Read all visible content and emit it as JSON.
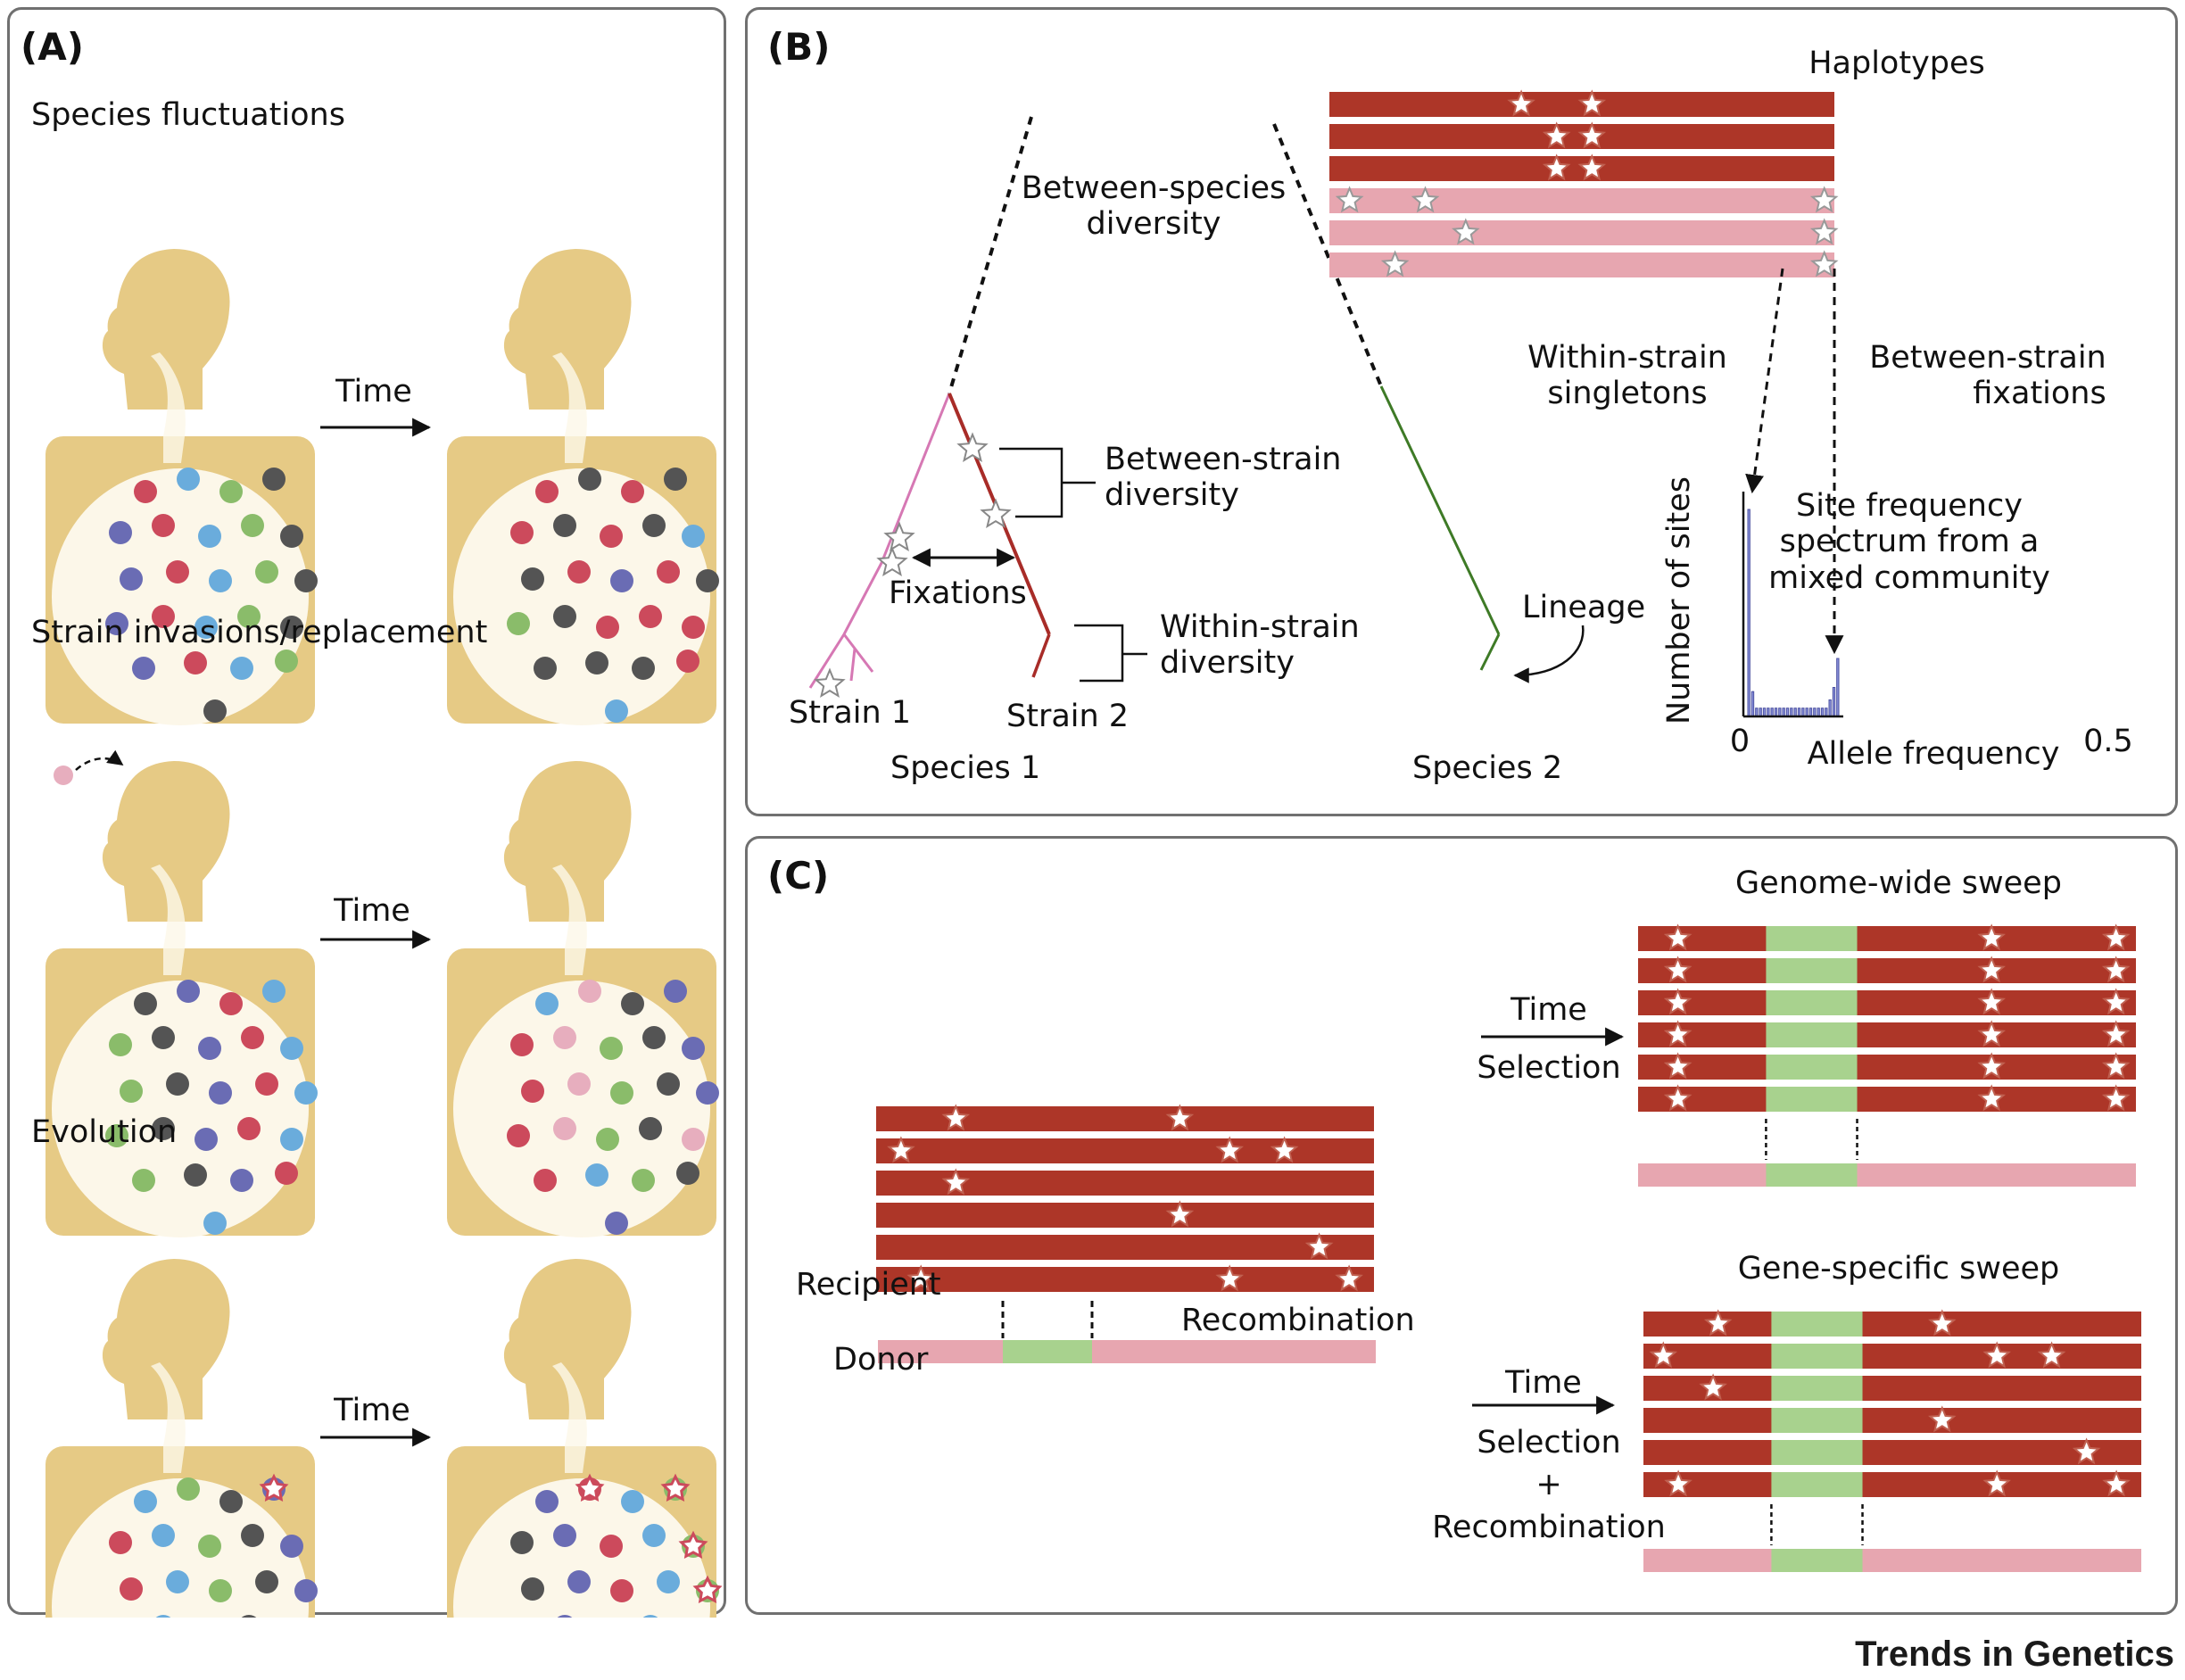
{
  "footer": "Trends in Genetics",
  "colors": {
    "body": "#e6ca85",
    "gut_light": "#fcf7e9",
    "microbe_red": "#cc4a5c",
    "microbe_dark": "#545454",
    "microbe_blue": "#6aacdc",
    "microbe_purple": "#6a6cb4",
    "microbe_green": "#8abc6a",
    "microbe_pink": "#e7aebe",
    "haplotype_dark": "#ad3628",
    "haplotype_light": "#e7a6b0",
    "recombined_segment": "#a8d28e",
    "lineage_species1_strain1": "#d678b4",
    "lineage_species1_strain2": "#a82c28",
    "lineage_species2": "#3e7a26",
    "histogram_bar": "#8c94dc"
  },
  "panel_a": {
    "label": "(A)",
    "sections": [
      {
        "title": "Species fluctuations",
        "arrow_label": "Time"
      },
      {
        "title": "Strain invasions/replacement",
        "arrow_label": "Time"
      },
      {
        "title": "Evolution",
        "arrow_label": "Time"
      }
    ],
    "icons": [
      "human-silhouette-icon",
      "microbe-dot-icon",
      "mutant-microbe-star-icon",
      "invading-strain-icon"
    ]
  },
  "panel_b": {
    "label": "(B)",
    "tree": {
      "between_species": "Between-species\ndiversity",
      "between_strain": "Between-strain\ndiversity",
      "fixations": "Fixations",
      "within_strain": "Within-strain\ndiversity",
      "strain1": "Strain 1",
      "strain2": "Strain 2",
      "species1": "Species 1",
      "species2": "Species 2",
      "lineage": "Lineage"
    },
    "haplotypes_title": "Haplotypes",
    "within_singletons": "Within-strain\nsingletons",
    "between_fixations": "Between-strain\nfixations",
    "sfs": {
      "title": "Site frequency\nspectrum from a\nmixed community",
      "ylabel": "Number of sites",
      "xlabel": "Allele frequency",
      "xtick_min": "0",
      "xtick_max": "0.5"
    }
  },
  "chart_data": {
    "type": "bar",
    "title": "Site frequency spectrum from a mixed community",
    "xlabel": "Allele frequency",
    "ylabel": "Number of sites",
    "xlim": [
      0,
      0.5
    ],
    "ticks_x": [
      "0",
      "0.5"
    ],
    "values": [
      1.0,
      0.12,
      0.04,
      0.04,
      0.04,
      0.04,
      0.04,
      0.04,
      0.04,
      0.04,
      0.04,
      0.04,
      0.04,
      0.04,
      0.04,
      0.04,
      0.04,
      0.04,
      0.04,
      0.04,
      0.04,
      0.08,
      0.14,
      0.28
    ]
  },
  "panel_c": {
    "label": "(C)",
    "recipient": "Recipient",
    "donor": "Donor",
    "recombination": "Recombination",
    "genome_wide_sweep": "Genome-wide sweep",
    "gene_specific_sweep": "Gene-specific sweep",
    "upper_arrow_top": "Time",
    "upper_arrow_bottom": "Selection",
    "lower_arrow_top": "Time",
    "lower_arrow_bottom": "Selection\n+\nRecombination"
  }
}
